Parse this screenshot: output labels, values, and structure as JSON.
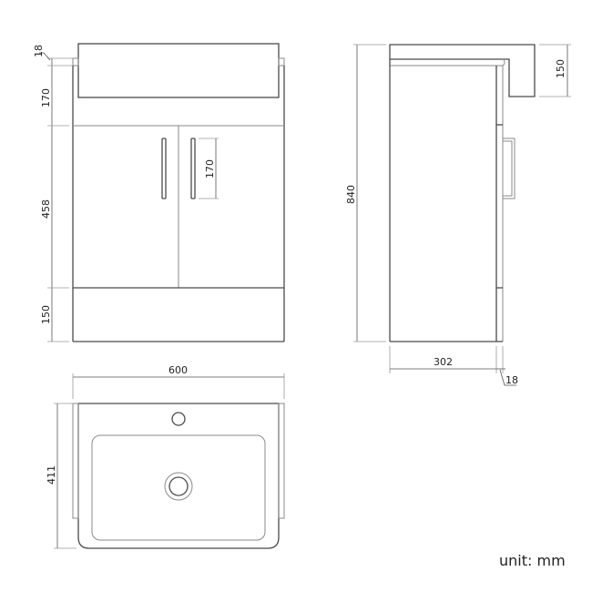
{
  "drawing": {
    "front_view": {
      "dimensions": {
        "top_rim": "18",
        "basin_height": "170",
        "door_height": "458",
        "plinth_height": "150",
        "handle_length": "170"
      }
    },
    "side_view": {
      "dimensions": {
        "total_height": "840",
        "basin_side_height": "150",
        "depth": "302",
        "door_thickness": "18"
      }
    },
    "top_view": {
      "dimensions": {
        "width": "600",
        "depth": "411"
      }
    },
    "unit_label": "unit: mm"
  }
}
